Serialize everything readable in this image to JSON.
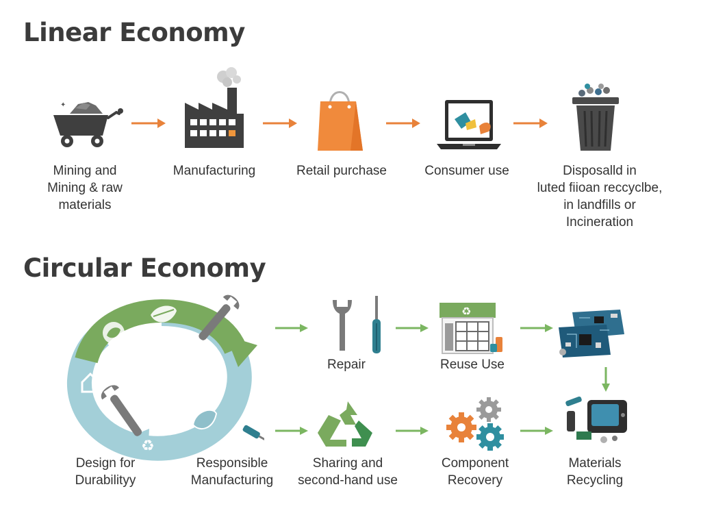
{
  "linear": {
    "title": "Linear Economy",
    "steps": [
      {
        "label": "Mining and\nMining & raw\nmaterials",
        "icon": "mining-cart-icon"
      },
      {
        "label": "Manufacturing",
        "icon": "factory-icon"
      },
      {
        "label": "Retail purchase",
        "icon": "shopping-bag-icon"
      },
      {
        "label": "Consumer use",
        "icon": "laptop-icon"
      },
      {
        "label": "Disposalld in\nluted fiioan reccyclbe,\nin landfills or\nIncineration",
        "icon": "trash-can-icon"
      }
    ]
  },
  "circular": {
    "title": "Circular Economy",
    "cycle_labels": {
      "design": "Design for\nDurabilityy",
      "manufacturing": "Responsible\nManufacturing"
    },
    "steps": [
      {
        "label": "Repair",
        "icon": "tools-icon"
      },
      {
        "label": "Reuse Use",
        "icon": "store-icon"
      },
      {
        "label": "Sharing and\nsecond-hand use",
        "icon": "recycle-icon"
      },
      {
        "label": "Component\nRecovery",
        "icon": "gears-icon"
      },
      {
        "label": "Materials\nRecycling",
        "icon": "electronics-icon"
      }
    ]
  },
  "colors": {
    "arrow_orange": "#e8823a",
    "arrow_green": "#7bb661",
    "cycle_green": "#7aaa5e",
    "cycle_blue": "#9ccad3",
    "bag_orange": "#f08a3c",
    "dark_gray": "#4a4a4a"
  }
}
